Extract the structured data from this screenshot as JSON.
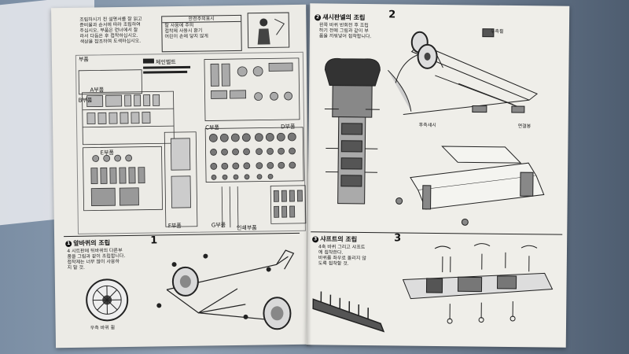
{
  "left_page": {
    "intro_text_lines": [
      "조립하시기 전 설명서를 잘 읽고",
      "준비물과 순서에 따라 조립하여",
      "주십시오. 부품은 런너에서 잘",
      "라서 다듬은 후 접착하십시오.",
      "색상을 참조하여 도색하십시오."
    ],
    "caution_box_title": "안전주의표시",
    "caution_box_lines": [
      "칼 사용에 주의",
      "접착제 사용시 환기",
      "어린이 손에 닿지 않게"
    ],
    "parts_labels": [
      "부품",
      "체인벨트",
      "A부품",
      "B부품",
      "C부품",
      "D부품",
      "E부품",
      "F부품",
      "G부품",
      "인쇄부품"
    ],
    "step1": {
      "number": "1",
      "title": "앞바퀴의 조립",
      "lines": [
        "4 시트판에 뒤바퀴의 다른부",
        "품을 그림과 같이 조립합니다.",
        "접착제는 너무 많이 사용하",
        "지 말 것."
      ],
      "wheel_caption": "우측 바퀴 휠"
    }
  },
  "right_page": {
    "step2": {
      "number": "2",
      "title": "섀시판넬의 조립",
      "lines": [
        "왼쪽 바퀴 반회전 후 조립",
        "하기 전에 그림과 같이 부",
        "품을 끼워넣어 접착합니다."
      ],
      "small_labels": [
        "우측휠",
        "후측섀시",
        "연결봉"
      ]
    },
    "step3": {
      "number": "3",
      "title": "샤프트의 조립",
      "lines": [
        "4축 바퀴 그리고 샤프트",
        "에 접착한다.",
        "바퀴를 좌우로 돌리지 않",
        "도록 접착할 것."
      ]
    }
  }
}
